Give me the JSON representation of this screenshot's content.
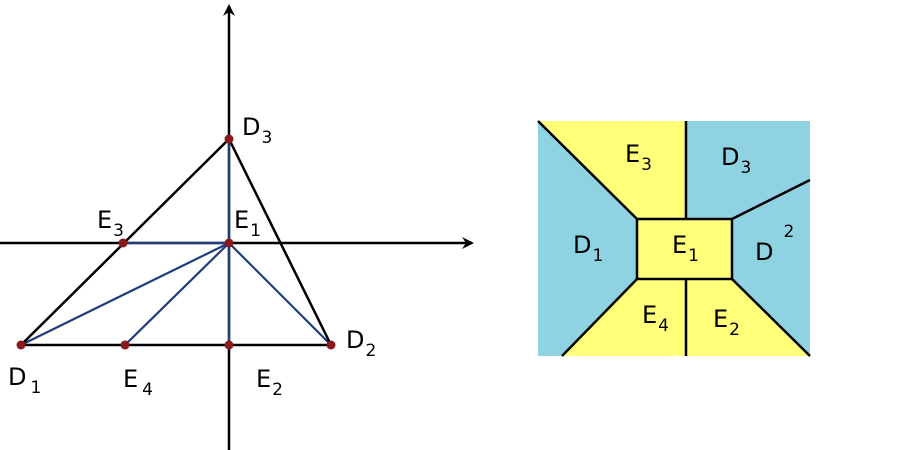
{
  "colors": {
    "edge_black": "#000000",
    "edge_blue": "#1f3d7a",
    "vertex": "#8b1a1a",
    "region_blue": "#8fd3e3",
    "region_yellow": "#ffff7a",
    "axis": "#000000"
  },
  "left_labels": {
    "d3": {
      "base": "D",
      "sub": "3"
    },
    "e3": {
      "base": "E",
      "sub": "3"
    },
    "e1": {
      "base": "E",
      "sub": "1"
    },
    "d2": {
      "base": "D",
      "sub": "2"
    },
    "d1": {
      "base": "D",
      "sub": "1"
    },
    "e4": {
      "base": "E",
      "sub": "4"
    },
    "e2": {
      "base": "E",
      "sub": "2"
    }
  },
  "right_labels": {
    "e3": {
      "base": "E",
      "sub": "3"
    },
    "d3": {
      "base": "D",
      "sub": "3"
    },
    "d1": {
      "base": "D",
      "sub": "1"
    },
    "e1": {
      "base": "E",
      "sub": "1"
    },
    "d2": {
      "base": "D",
      "sup": "2"
    },
    "e4": {
      "base": "E",
      "sub": "4"
    },
    "e2": {
      "base": "E",
      "sub": "2"
    }
  }
}
